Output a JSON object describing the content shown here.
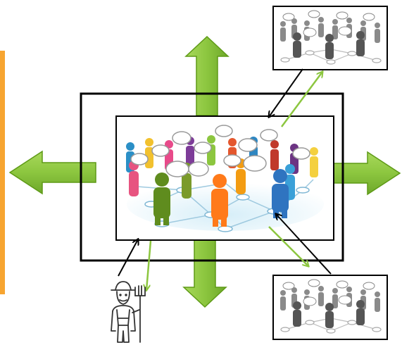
{
  "colors": {
    "arrow_fill": "#8cc63f",
    "arrow_stroke": "#5e9a16",
    "orange_bar": "#f7a531",
    "frame": "#000000",
    "link_green": "#8cc63f",
    "link_black": "#000000"
  },
  "panels": {
    "center": {
      "name": "colorful-social-network-illustration"
    },
    "top_right": {
      "name": "grayscale-social-network-illustration"
    },
    "bottom_right": {
      "name": "grayscale-social-network-illustration"
    }
  },
  "figure": {
    "name": "farmer-with-pitchfork-icon"
  },
  "directions": [
    "up",
    "down",
    "left",
    "right"
  ]
}
